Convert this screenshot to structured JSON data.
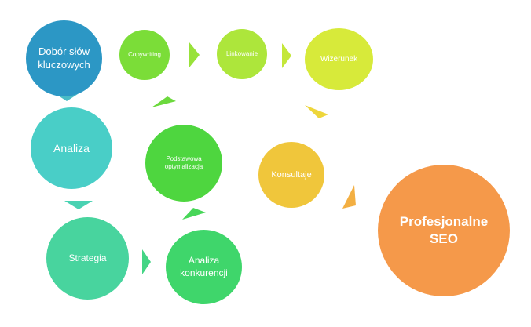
{
  "diagram": {
    "nodes": [
      {
        "id": "dobor",
        "label": "Dobór słów\nkluczowych",
        "color": "#2c97c5"
      },
      {
        "id": "copywriting",
        "label": "Copywriting",
        "color": "#7bdd38"
      },
      {
        "id": "linkowanie",
        "label": "Linkowanie",
        "color": "#ade63b"
      },
      {
        "id": "wizerunek",
        "label": "Wizerunek",
        "color": "#d7ea3a"
      },
      {
        "id": "analiza",
        "label": "Analiza",
        "color": "#49cec7"
      },
      {
        "id": "podstawowa",
        "label": "Podstawowa\noptymalizacja",
        "color": "#4ed63f"
      },
      {
        "id": "konsultaje",
        "label": "Konsultaje",
        "color": "#f0c63b"
      },
      {
        "id": "strategia",
        "label": "Strategia",
        "color": "#48d49e"
      },
      {
        "id": "konkurencja",
        "label": "Analiza\nkonkurencji",
        "color": "#3fd66b"
      },
      {
        "id": "seo",
        "label": "Profesjonalne\nSEO",
        "color": "#f5994a"
      }
    ],
    "arrows": [
      {
        "from": "dobor",
        "to": "analiza",
        "color": "#49bcc6"
      },
      {
        "from": "analiza",
        "to": "strategia",
        "color": "#49d2b2"
      },
      {
        "from": "strategia",
        "to": "konkurencja",
        "color": "#44d585"
      },
      {
        "from": "konkurencja",
        "to": "podstawowa",
        "color": "#47d658"
      },
      {
        "from": "podstawowa",
        "to": "copywriting",
        "color": "#6cd93d"
      },
      {
        "from": "copywriting",
        "to": "linkowanie",
        "color": "#98e23a"
      },
      {
        "from": "linkowanie",
        "to": "wizerunek",
        "color": "#c4e73a"
      },
      {
        "from": "wizerunek",
        "to": "konsultaje",
        "color": "#eed63b"
      },
      {
        "from": "konsultaje",
        "to": "seo",
        "color": "#f3af42"
      }
    ]
  }
}
